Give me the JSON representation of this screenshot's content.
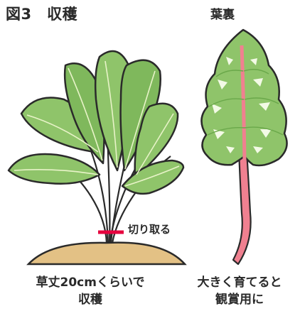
{
  "figure": {
    "title": "図3　収穫"
  },
  "labels": {
    "leaf_back": "葉裏",
    "cut": "切り取る"
  },
  "captions": {
    "left": [
      "草丈20cmくらいで",
      "収穫"
    ],
    "right": [
      "大きく育てると",
      "観賞用に"
    ]
  },
  "colors": {
    "leaf": "#8fc46a",
    "leaf_dark": "#6aa84a",
    "vein": "#e8f3c8",
    "stem": "#f08090",
    "soil": "#e3c185",
    "cut_mark": "#e6003e",
    "outline": "#2a2a2a"
  }
}
